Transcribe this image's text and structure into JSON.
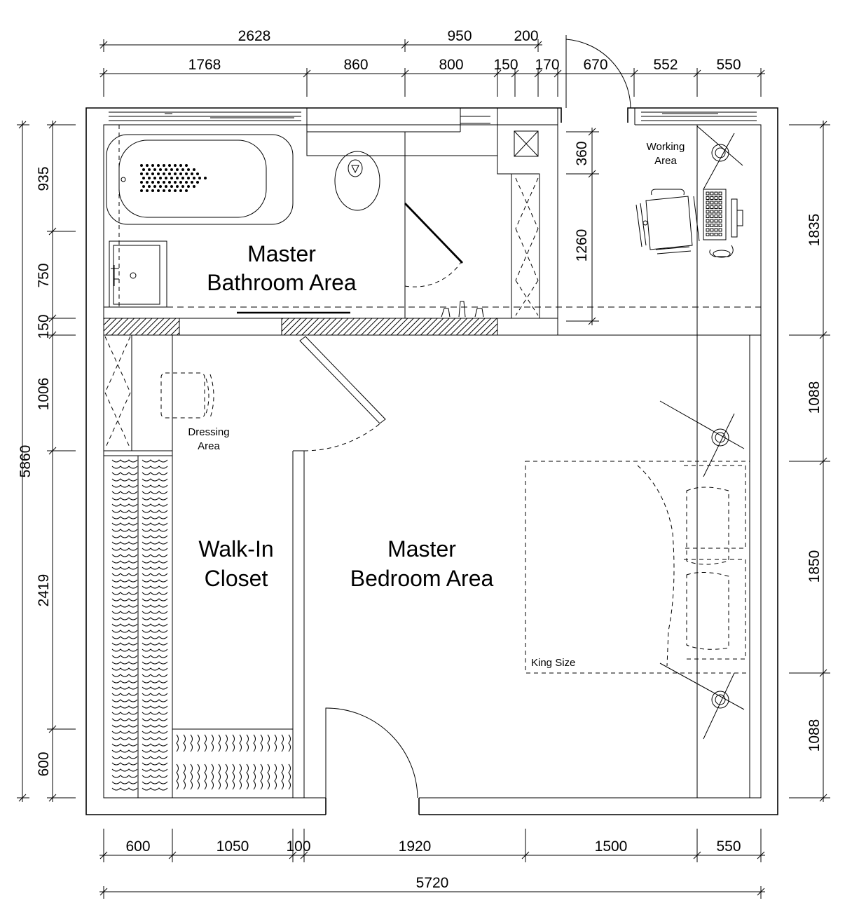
{
  "rooms": {
    "bathroom": [
      "Master",
      "Bathroom Area"
    ],
    "closet": [
      "Walk-In",
      "Closet"
    ],
    "bedroom": [
      "Master",
      "Bedroom Area"
    ]
  },
  "labels": {
    "working": [
      "Working",
      "Area"
    ],
    "dressing": [
      "Dressing",
      "Area"
    ],
    "king": "King Size"
  },
  "dimensions": {
    "top_outer": [
      "2628",
      "950",
      "200"
    ],
    "top_inner": [
      "1768",
      "860",
      "800",
      "150",
      "170",
      "670",
      "552",
      "550"
    ],
    "bottom_inner": [
      "600",
      "1050",
      "100",
      "1920",
      "1500",
      "550"
    ],
    "bottom_total": "5720",
    "left_total": "5860",
    "left_inner": [
      "935",
      "750",
      "150",
      "1006",
      "2419",
      "600"
    ],
    "right": [
      "1835",
      "1088",
      "1850",
      "1088"
    ],
    "inner_vertical": [
      "360",
      "1260"
    ]
  }
}
